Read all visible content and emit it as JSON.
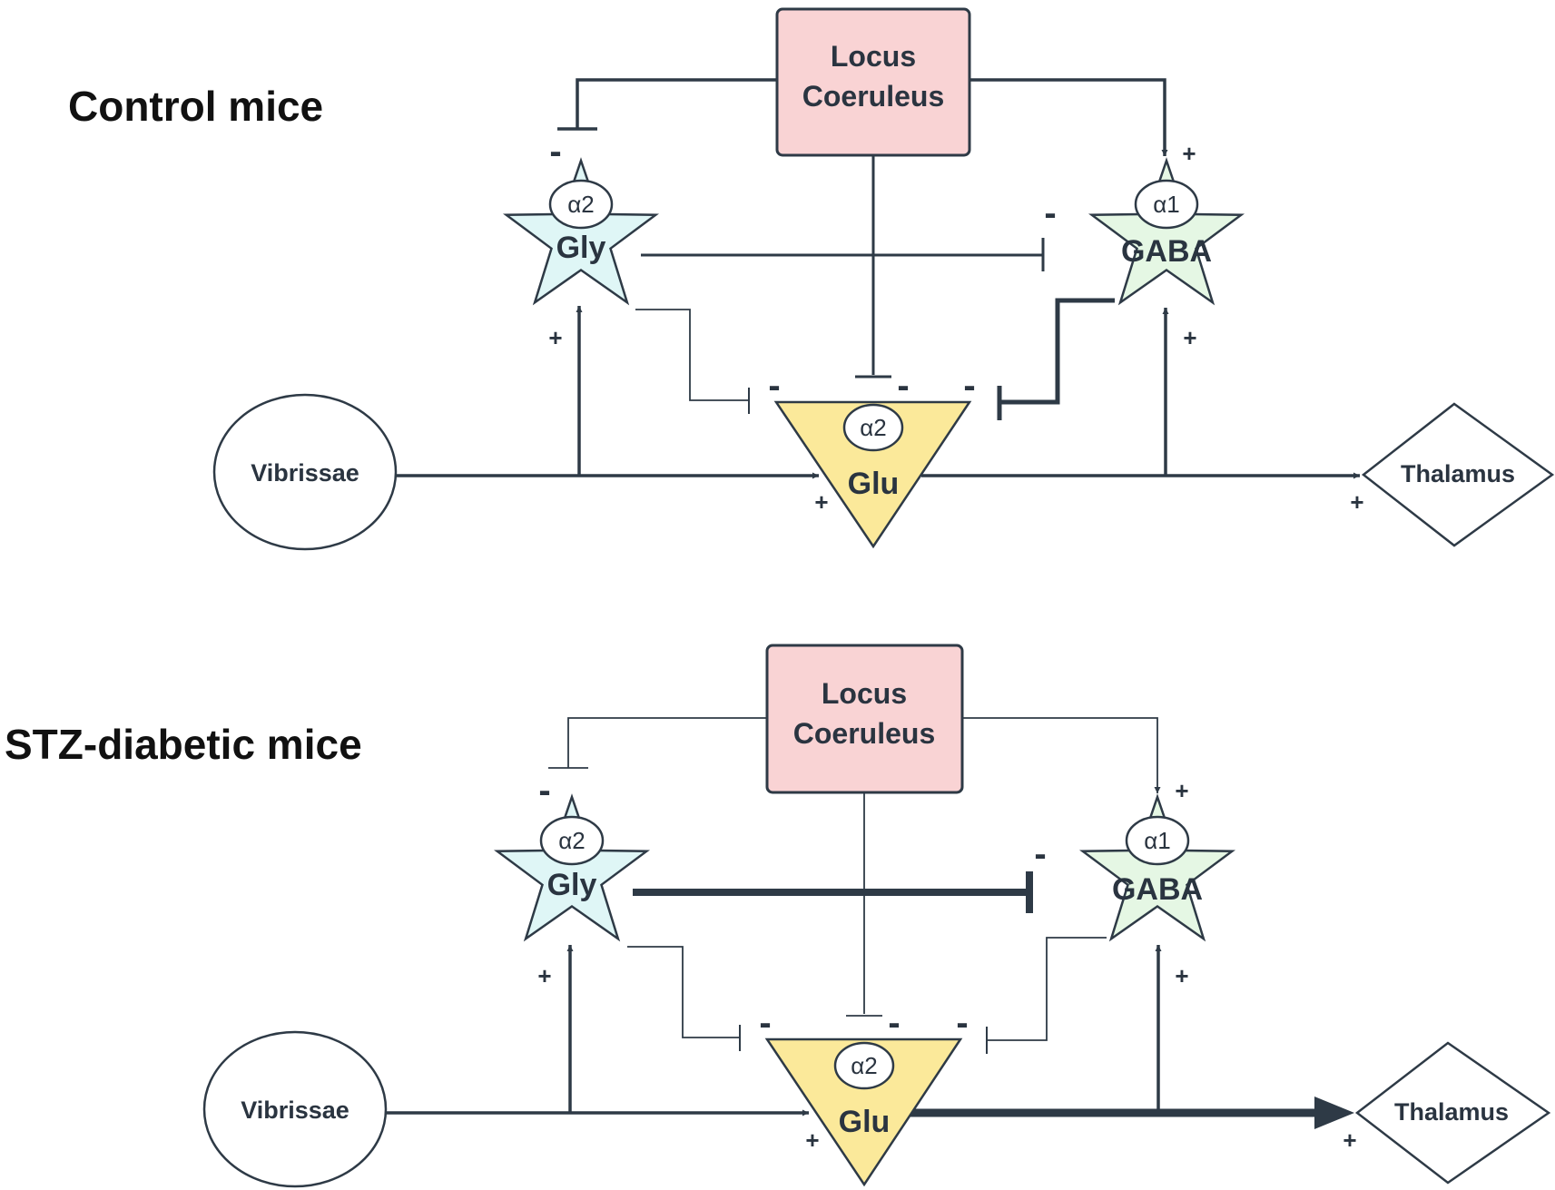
{
  "panels": [
    {
      "id": "control",
      "title": "Control mice",
      "nodes": {
        "locus": [
          "Locus",
          "Coeruleus"
        ],
        "gly": {
          "label": "Gly",
          "receptor": "α2"
        },
        "gaba": {
          "label": "GABA",
          "receptor": "α1"
        },
        "glu": {
          "label": "Glu",
          "receptor": "α2"
        },
        "vibrissae": "Vibrissae",
        "thalamus": "Thalamus"
      }
    },
    {
      "id": "stz",
      "title": "STZ-diabetic mice",
      "nodes": {
        "locus": [
          "Locus",
          "Coeruleus"
        ],
        "gly": {
          "label": "Gly",
          "receptor": "α2"
        },
        "gaba": {
          "label": "GABA",
          "receptor": "α1"
        },
        "glu": {
          "label": "Glu",
          "receptor": "α2"
        },
        "vibrissae": "Vibrissae",
        "thalamus": "Thalamus"
      }
    }
  ],
  "signs": {
    "excitatory": "+",
    "inhibitory": "-"
  },
  "colors": {
    "locus_fill": "#f9d3d4",
    "gly_fill": "#dff6f6",
    "gaba_fill": "#e5f7e4",
    "glu_fill": "#fbe99a",
    "line": "#2e3a46"
  }
}
